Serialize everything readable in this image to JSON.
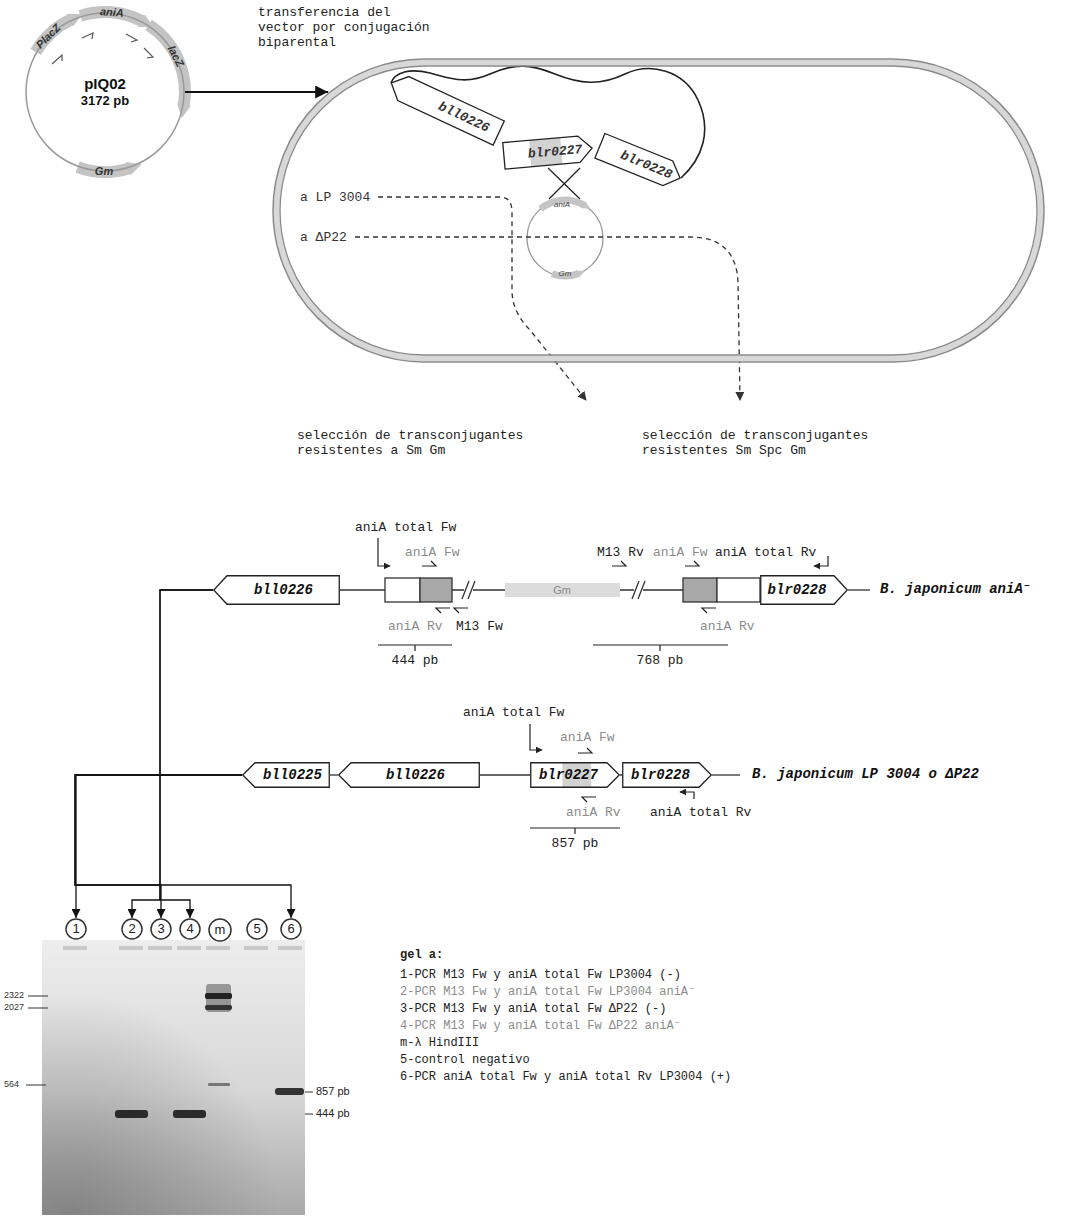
{
  "diagram": {
    "nodes": [
      {
        "text": [
          "pIQ02",
          "3172 pb"
        ]
      },
      {
        "text": [
          "a LP 3004",
          "a ΔP22"
        ]
      },
      {
        "text": [
          "bll0226"
        ],
        "in": 1
      },
      {
        "text": [
          "blr0227"
        ],
        "in": 1
      },
      {
        "text": [
          "blr0228"
        ],
        "in": 1
      },
      {
        "text": [
          "bll0226"
        ]
      },
      {
        "text": [
          "blr0228"
        ]
      },
      {
        "text": [
          "bll0225"
        ]
      },
      {
        "text": [
          "bll0226"
        ]
      },
      {
        "text": [
          "blr0227"
        ]
      },
      {
        "text": [
          "blr0228"
        ]
      },
      {
        "text": [
          "1"
        ]
      },
      {
        "text": [
          "2"
        ]
      },
      {
        "text": [
          "3"
        ]
      },
      {
        "text": [
          "4"
        ]
      },
      {
        "text": [
          "m"
        ]
      },
      {
        "text": [
          "5"
        ]
      },
      {
        "text": [
          "6"
        ]
      }
    ],
    "edges": [
      {
        "from": 0,
        "to": 1,
        "arrow": "to",
        "label": "transferencia del vector por conjugación biparental"
      },
      {
        "from": 7,
        "to": 11,
        "arrow": "to"
      },
      {
        "from": 5,
        "to": 12,
        "arrow": "to"
      },
      {
        "from": 7,
        "to": 13,
        "arrow": "to"
      },
      {
        "from": 5,
        "to": 14,
        "arrow": "to"
      },
      {
        "from": 7,
        "to": 17,
        "arrow": "to"
      }
    ],
    "labels": [
      "PlacZ",
      "aniA",
      "lacZ",
      "Gm",
      "aniA",
      "Gm",
      "selección de transconjugantes resistentes a Sm Gm",
      "selección de transconjugantes resistentes Sm Spc Gm",
      "aniA total Fw",
      "aniA Fw",
      "M13 Rv",
      "aniA Fw",
      "aniA total Rv",
      "Gm",
      "aniA Rv",
      "M13 Fw",
      "aniA Rv",
      "444 pb",
      "768 pb",
      "B. japonicum aniA⁻",
      "aniA total Fw",
      "aniA Fw",
      "aniA Rv",
      "aniA total Rv",
      "857 pb",
      "B. japonicum LP 3004 o ΔP22",
      "2322",
      "2027",
      "564",
      "857 pb",
      "444 pb",
      "gel a:",
      "1-PCR M13 Fw y aniA total Fw LP3004 (-)",
      "2-PCR M13 Fw y aniA total Fw LP3004 aniA⁻",
      "3-PCR M13 Fw y aniA total Fw ΔP22 (-)",
      "4-PCR M13 Fw y aniA total Fw ΔP22 aniA⁻",
      "m-λ HindIII",
      "5-control negativo",
      "6-PCR aniA total Fw y aniA total Rv LP3004 (+)"
    ]
  }
}
